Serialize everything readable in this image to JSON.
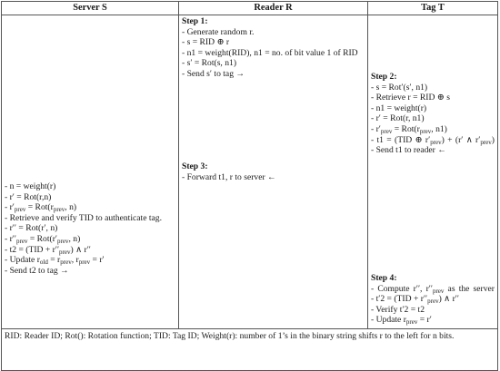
{
  "headers": {
    "server": "Server S",
    "reader": "Reader R",
    "tag": "Tag T"
  },
  "server": {
    "lines": [
      "- n = weight(r)",
      "- r′ = Rot(r,n)",
      "- r′prev = Rot(rprev, n)",
      "- Retrieve and verify TID to authenticate tag.",
      "- r′′ = Rot(r′, n)",
      "- r′′prev = Rot(r′prev, n)",
      "- t2 = (TID + r′′prev) ∧ r′′",
      "- Update rold = rprev, rprev = r′",
      "- Send t2 to tag →"
    ]
  },
  "reader": {
    "step1_label": "Step 1:",
    "step1_lines": [
      "- Generate random r.",
      "- s = RID ⊕ r",
      "- n1 = weight(RID), n1 = no. of bit value 1 of RID",
      "- s′ = Rot(s, n1)",
      "- Send s′ to tag →"
    ],
    "step3_label": "Step 3:",
    "step3_lines": [
      "- Forward t1, r to server ←"
    ]
  },
  "tag": {
    "step2_label": "Step 2:",
    "step2_lines": [
      "- s = Rot′(s′, n1)",
      "- Retrieve r = RID ⊕ s",
      "- n1 = weight(r)",
      "- r′ = Rot(r, n1)",
      "- r′prev = Rot(rprev, n1)",
      "- t1 = (TID ⊕ r′prev) + (r′ ∧ r′prev)",
      "- Send t1 to reader ←"
    ],
    "step4_label": "Step 4:",
    "step4_lines": [
      "- Compute r′′, r′′prev as the server",
      "- t′2 = (TID + r′′prev) ∧ r′′",
      "- Verify t′2 = t2",
      "- Update rprev = r′"
    ]
  },
  "footnote": "RID: Reader ID; Rot(): Rotation function; TID: Tag ID; Weight(r): number of 1’s in the binary string shifts r to the left for n bits."
}
